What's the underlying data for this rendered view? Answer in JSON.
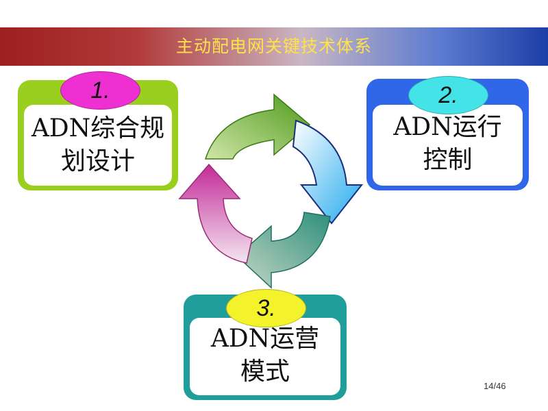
{
  "title": "主动配电网关键技术体系",
  "cards": [
    {
      "number": "1.",
      "line1": "ADN综合规",
      "line2": "划设计"
    },
    {
      "number": "2.",
      "line1": "ADN运行",
      "line2": "控制"
    },
    {
      "number": "3.",
      "line1": "ADN运营",
      "line2": "模式"
    }
  ],
  "page_number": "14/46",
  "colors": {
    "card1_frame": "#9bcf1f",
    "card2_frame": "#2f67e8",
    "card3_frame": "#1f9e9c",
    "badge1": "#ee2fd2",
    "badge2": "#43e3e7",
    "badge3": "#f4f22a",
    "title_text": "#ffe14a"
  }
}
